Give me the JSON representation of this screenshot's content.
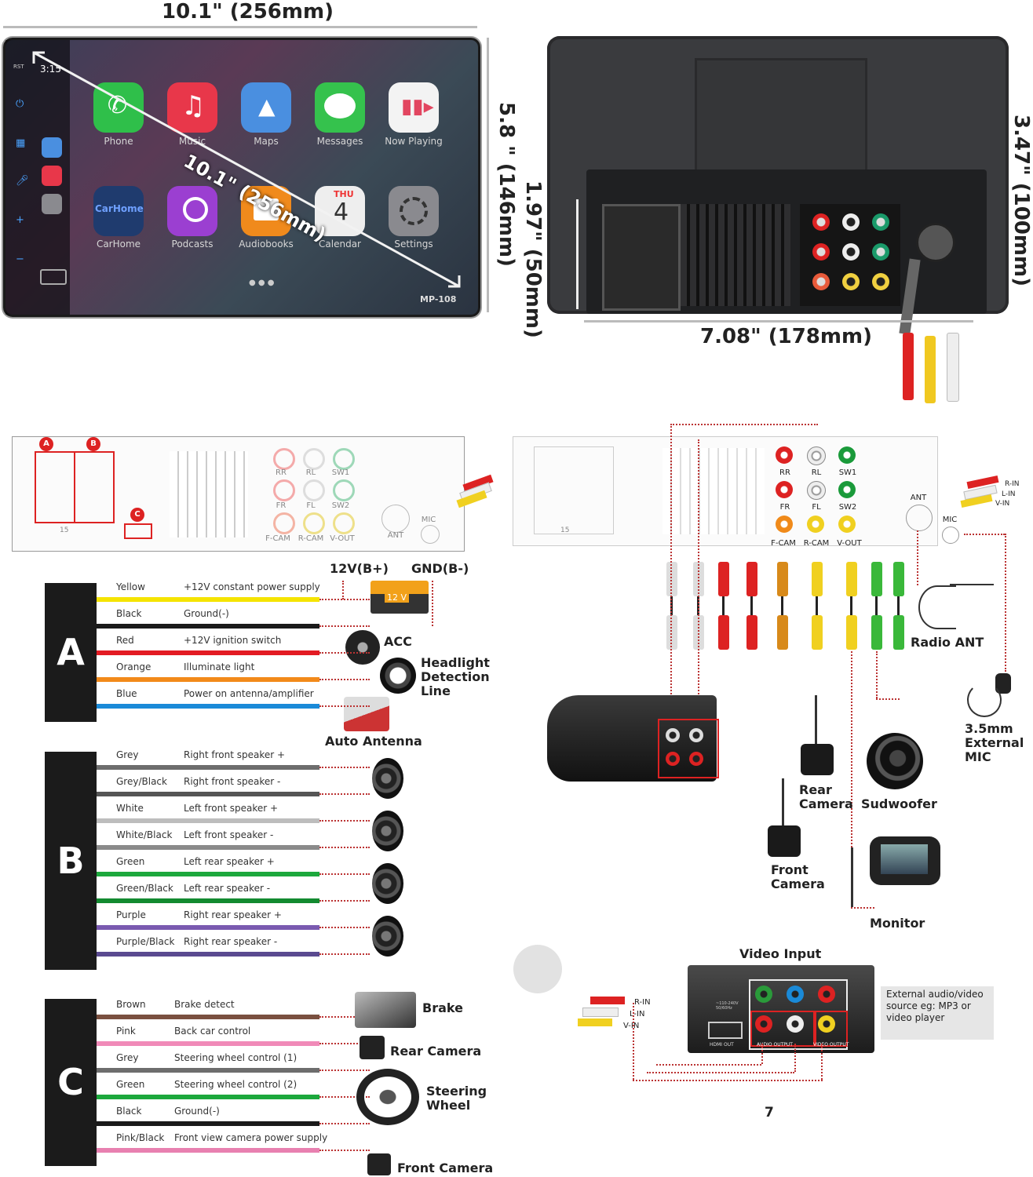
{
  "dims": {
    "front_width": "10.1\" (256mm)",
    "front_height": "5.8 \" (146mm)",
    "diagonal": "10.1\" (256mm)",
    "rear_width": "7.08\" (178mm)",
    "rear_height": "1.97\" (50mm)",
    "rear_side": "3.47\" (100mm)"
  },
  "screen": {
    "model": "MP-108",
    "status_time": "3:15",
    "apps_row1": [
      "Phone",
      "Music",
      "Maps",
      "Messages",
      "Now Playing"
    ],
    "apps_row2": [
      "CarHome",
      "Podcasts",
      "Audiobooks",
      "Calendar",
      "Settings"
    ],
    "carhome_tile": "CarHome",
    "calendar_day": "THU",
    "calendar_date": "4",
    "side_rst": "RST",
    "colors": {
      "phone": "#2fbf4a",
      "music": "#e8374a",
      "maps": "#4a8fe0",
      "messages": "#35c24d",
      "nowplaying": "#e24660",
      "carhome": "#1f3b6e",
      "podcasts": "#9b3fd1",
      "audiobooks": "#f08a1c",
      "calendar": "#eeeeee",
      "settings": "#8a8a8f"
    }
  },
  "left_panel": {
    "conn_a": "A",
    "conn_b": "B",
    "conn_c": "C",
    "pin_count": "15",
    "rca": [
      "RR",
      "RL",
      "SW1",
      "FR",
      "FL",
      "SW2",
      "F-CAM",
      "R-CAM",
      "V-OUT"
    ],
    "ant": "ANT",
    "mic": "MIC"
  },
  "right_panel": {
    "rca": [
      "RR",
      "RL",
      "SW1",
      "FR",
      "FL",
      "SW2",
      "F-CAM",
      "R-CAM",
      "V-OUT"
    ],
    "ant": "ANT",
    "mic": "MIC",
    "pin_count": "15",
    "audio_in": [
      "R-IN",
      "L-IN",
      "V-IN"
    ]
  },
  "group_a": {
    "letter": "A",
    "wires": [
      {
        "name": "Yellow",
        "desc": "+12V constant power supply",
        "color": "#f5e400"
      },
      {
        "name": "Black",
        "desc": "Ground(-)",
        "color": "#1a1a1a"
      },
      {
        "name": "Red",
        "desc": "+12V ignition switch",
        "color": "#e31b23"
      },
      {
        "name": "Orange",
        "desc": "Illuminate light",
        "color": "#f28a1a"
      },
      {
        "name": "Blue",
        "desc": "Power on antenna/amplifier",
        "color": "#1a8ad8"
      }
    ],
    "battery_pos": "12V(B+)",
    "battery_neg": "GND(B-)",
    "battery_label": "12 V",
    "acc": "ACC",
    "headlight": "Headlight Detection Line",
    "auto_antenna": "Auto Antenna"
  },
  "group_b": {
    "letter": "B",
    "wires": [
      {
        "name": "Grey",
        "desc": "Right front speaker +",
        "color": "#6d6d6d"
      },
      {
        "name": "Grey/Black",
        "desc": "Right front speaker -",
        "color": "#555555"
      },
      {
        "name": "White",
        "desc": "Left front speaker +",
        "color": "#bdbdbd"
      },
      {
        "name": "White/Black",
        "desc": "Left front speaker -",
        "color": "#8a8a8a"
      },
      {
        "name": "Green",
        "desc": "Left rear speaker +",
        "color": "#1ca83c"
      },
      {
        "name": "Green/Black",
        "desc": "Left rear speaker -",
        "color": "#138a30"
      },
      {
        "name": "Purple",
        "desc": "Right rear speaker +",
        "color": "#7a5ab0"
      },
      {
        "name": "Purple/Black",
        "desc": "Right rear speaker -",
        "color": "#5a4a90"
      }
    ]
  },
  "group_c": {
    "letter": "C",
    "wires": [
      {
        "name": "Brown",
        "desc": "Brake detect",
        "color": "#7a5040"
      },
      {
        "name": "Pink",
        "desc": "Back car control",
        "color": "#f08ab8"
      },
      {
        "name": "Grey",
        "desc": "Steering wheel control (1)",
        "color": "#6d6d6d"
      },
      {
        "name": "Green",
        "desc": "Steering wheel control (2)",
        "color": "#1ca83c"
      },
      {
        "name": "Black",
        "desc": "Ground(-)",
        "color": "#1a1a1a"
      },
      {
        "name": "Pink/Black",
        "desc": "Front view camera power supply",
        "color": "#e880b0"
      }
    ],
    "brake": "Brake",
    "rear_camera": "Rear Camera",
    "steering": "Steering Wheel",
    "front_camera": "Front Camera"
  },
  "devices": {
    "radio_ant": "Radio ANT",
    "mic": "3.5mm External MIC",
    "rear_camera": "Rear Camera",
    "subwoofer": "Sudwoofer",
    "front_camera": "Front Camera",
    "monitor": "Monitor"
  },
  "video_input": {
    "title": "Video Input",
    "inputs": [
      "R-IN",
      "L-IN",
      "V-IN"
    ],
    "source_note": "External audio/video source eg: MP3 or video player",
    "player_labels": [
      "HDMI OUT",
      "AUDIO OUTPUT",
      "VIDEO OUTPUT"
    ],
    "power": "~110-240V 50/60Hz"
  },
  "page_number": "7"
}
